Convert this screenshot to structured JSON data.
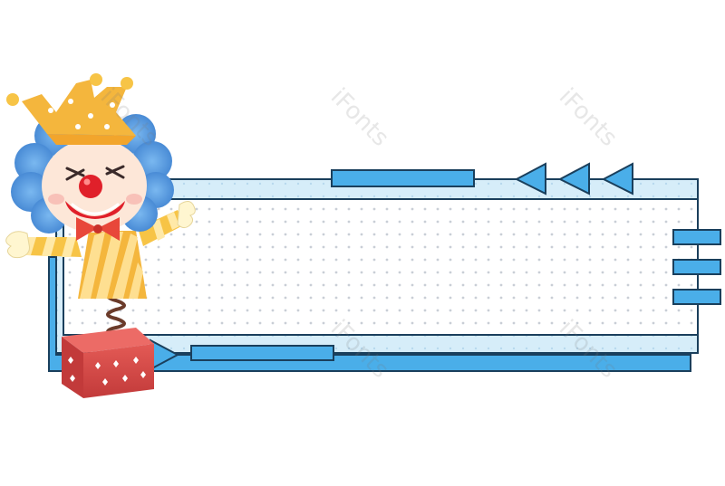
{
  "watermark": {
    "text": "iFonts"
  },
  "colors": {
    "outline": "#1a3f5c",
    "blue": "#4aaee9",
    "light_blue": "#d6edf9",
    "panel_fill": "#ffffff",
    "dots": "#c9ced6",
    "box_red": "#d94848",
    "hair_blue": "#4a8fd8",
    "hat_yellow": "#f4b63d",
    "nose_red": "#e0202a",
    "bow_red": "#e8473a",
    "skin": "#fde7d8",
    "spring": "#6b3b2a"
  },
  "decorations": {
    "top_arrows": 3,
    "right_tabs": 3
  }
}
